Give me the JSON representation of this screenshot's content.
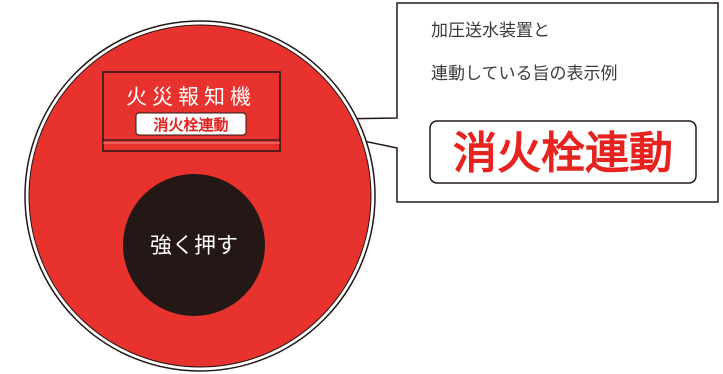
{
  "alarm": {
    "title": "火災報知機",
    "indicator_label": "消火栓連動",
    "button_label": "強く押す"
  },
  "callout": {
    "line1": "加圧送水装置と",
    "line2": "連動している旨の表示例",
    "example_label": "消火栓連動"
  },
  "colors": {
    "body_red": "#e8322d",
    "outline": "#231815",
    "button_black": "#231815",
    "label_red": "#e6231f",
    "text_dark": "#3a3a3a",
    "white": "#ffffff"
  }
}
